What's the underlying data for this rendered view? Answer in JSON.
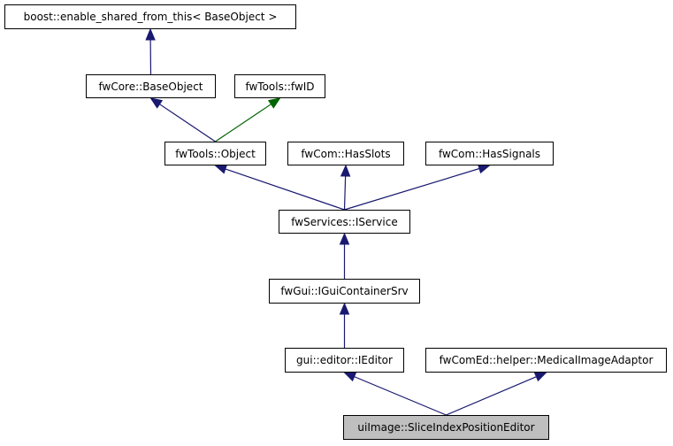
{
  "diagram": {
    "nodes": {
      "enable_shared": {
        "label": "boost::enable_shared_from_this< BaseObject >"
      },
      "base_object": {
        "label": "fwCore::BaseObject"
      },
      "fwid": {
        "label": "fwTools::fwID"
      },
      "object": {
        "label": "fwTools::Object"
      },
      "has_slots": {
        "label": "fwCom::HasSlots"
      },
      "has_signals": {
        "label": "fwCom::HasSignals"
      },
      "iservice": {
        "label": "fwServices::IService"
      },
      "igui_container": {
        "label": "fwGui::IGuiContainerSrv"
      },
      "ieditor": {
        "label": "gui::editor::IEditor"
      },
      "medical_image_adaptor": {
        "label": "fwComEd::helper::MedicalImageAdaptor"
      },
      "slice_index_editor": {
        "label": "uiImage::SliceIndexPositionEditor",
        "highlighted": true
      }
    },
    "edges": [
      {
        "from": "base_object",
        "to": "enable_shared",
        "color": "#191970"
      },
      {
        "from": "object",
        "to": "base_object",
        "color": "#191970"
      },
      {
        "from": "object",
        "to": "fwid",
        "color": "#006400"
      },
      {
        "from": "iservice",
        "to": "object",
        "color": "#191970"
      },
      {
        "from": "iservice",
        "to": "has_slots",
        "color": "#191970"
      },
      {
        "from": "iservice",
        "to": "has_signals",
        "color": "#191970"
      },
      {
        "from": "igui_container",
        "to": "iservice",
        "color": "#191970"
      },
      {
        "from": "ieditor",
        "to": "igui_container",
        "color": "#191970"
      },
      {
        "from": "slice_index_editor",
        "to": "ieditor",
        "color": "#191970"
      },
      {
        "from": "slice_index_editor",
        "to": "medical_image_adaptor",
        "color": "#191970"
      }
    ],
    "colors": {
      "inheritance": "#191970",
      "alt_inheritance": "#006400",
      "highlight_fill": "#bfbfbf",
      "border": "#000000"
    }
  }
}
